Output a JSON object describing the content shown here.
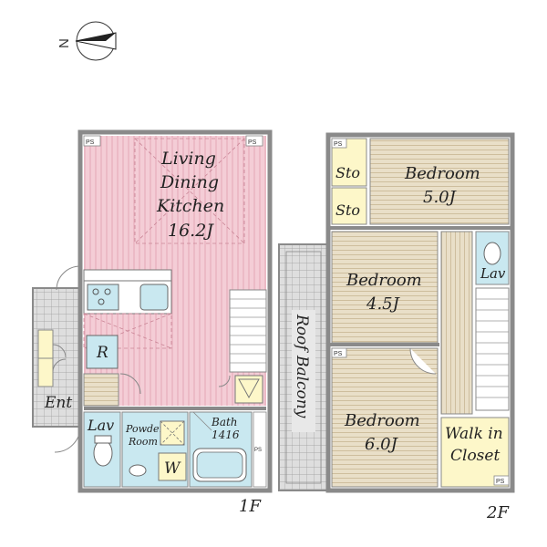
{
  "compass": {
    "north_label": "N"
  },
  "floor1": {
    "floor_label": "1F",
    "rooms": {
      "ldk": [
        "Living",
        "Dining",
        "Kitchen",
        "16.2J"
      ],
      "entrance": "Ent",
      "refrigerator": "R",
      "lavatory": "Lav",
      "powder_room": [
        "Powder",
        "Room"
      ],
      "washer": "W",
      "bath": [
        "Bath",
        "1416"
      ]
    },
    "ps_labels": [
      "PS",
      "PS",
      "PS",
      "PS"
    ]
  },
  "floor2": {
    "floor_label": "2F",
    "rooms": {
      "storage1": "Sto",
      "storage2": "Sto",
      "bedroom_a": [
        "Bedroom",
        "5.0J"
      ],
      "bedroom_b": [
        "Bedroom",
        "4.5J"
      ],
      "bedroom_c": [
        "Bedroom",
        "6.0J"
      ],
      "lavatory": "Lav",
      "balcony": "Roof Balcony",
      "walk_in_closet": [
        "Walk in",
        "Closet"
      ]
    },
    "ps_labels": [
      "PS",
      "PS",
      "PS"
    ]
  },
  "colors": {
    "ldk_fill": "#f4cdd6",
    "ldk_stripe": "#e7aab8",
    "wood_fill": "#e7dcc4",
    "wood_line": "#c9b894",
    "wet_fill": "#c9e8f0",
    "closet_fill": "#fdf7c9",
    "wall": "#8a8a8a",
    "balcony_fill": "#dcdcdc"
  }
}
